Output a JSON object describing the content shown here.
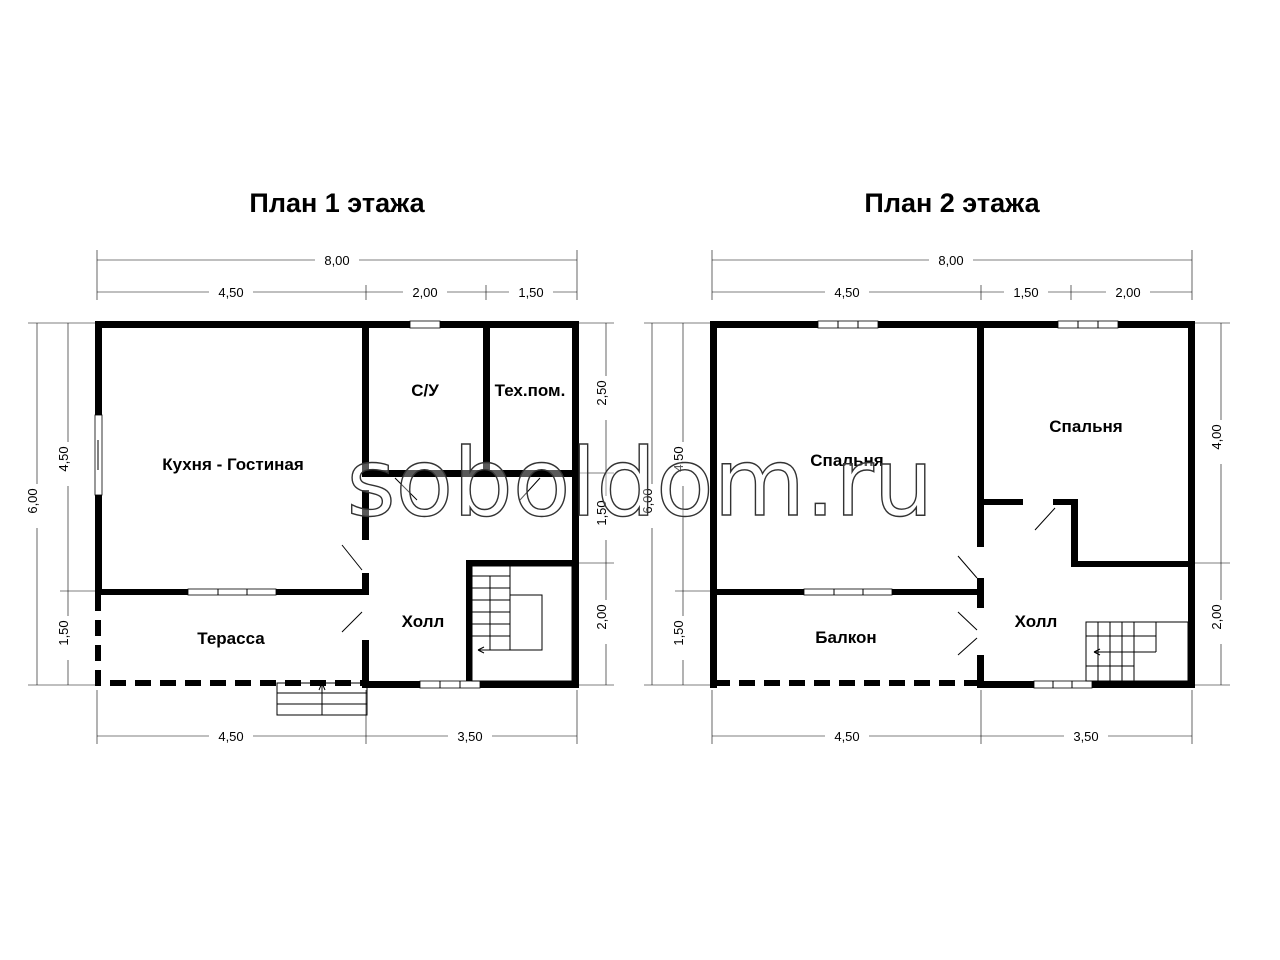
{
  "plan1": {
    "title": "План 1 этажа",
    "dims_top_total": "8,00",
    "dims_top": [
      "4,50",
      "2,00",
      "1,50"
    ],
    "dims_bottom": [
      "4,50",
      "3,50"
    ],
    "dims_left_total": "6,00",
    "dims_left": [
      "4,50",
      "1,50"
    ],
    "dims_right": [
      "2,50",
      "1,50",
      "2,00"
    ],
    "rooms": {
      "kitchen": "Кухня - Гостиная",
      "bathroom": "С/У",
      "tech": "Тех.пом.",
      "terrace": "Терасса",
      "hall": "Холл"
    }
  },
  "plan2": {
    "title": "План 2 этажа",
    "dims_top_total": "8,00",
    "dims_top": [
      "4,50",
      "1,50",
      "2,00"
    ],
    "dims_bottom": [
      "4,50",
      "3,50"
    ],
    "dims_left_total": "6,00",
    "dims_left": [
      "4,50",
      "1,50"
    ],
    "dims_right": [
      "4,00",
      "2,00"
    ],
    "rooms": {
      "bedroom_left": "Спальня",
      "bedroom_right": "Спальня",
      "balcony": "Балкон",
      "hall": "Холл"
    }
  },
  "watermark": "soboldom.ru"
}
